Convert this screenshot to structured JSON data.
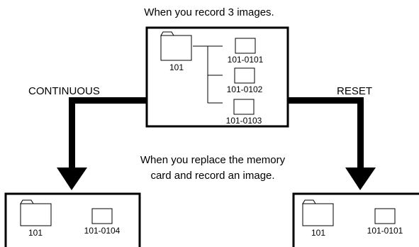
{
  "top_caption": "When you record 3 images.",
  "middle_caption": {
    "line1": "When you replace the memory",
    "line2": "card and record an image."
  },
  "continuous_label": "CONTINUOUS",
  "reset_label": "RESET",
  "top_panel": {
    "folder_name": "101",
    "files": [
      "101-0101",
      "101-0102",
      "101-0103"
    ]
  },
  "continuous_panel": {
    "folder_name": "101",
    "file": "101-0104"
  },
  "reset_panel": {
    "folder_name": "101",
    "file": "101-0101"
  }
}
